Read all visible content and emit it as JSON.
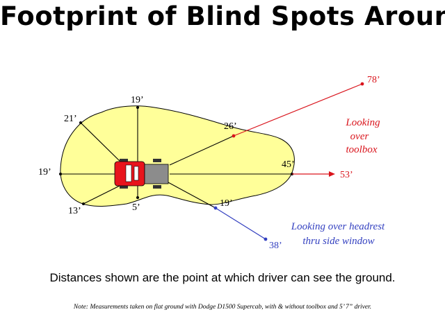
{
  "title": "Footprint of Blind Spots Around",
  "distances": {
    "front": "19’",
    "front_left": "21’",
    "left": "19’",
    "rear_left": "13’",
    "rear": "5’",
    "right_mid": "26’",
    "right_far": "45’",
    "rear_right": "19’",
    "toolbox_far": "78’",
    "toolbox_ground": "53’",
    "headrest_far": "38’"
  },
  "annotations": {
    "toolbox": [
      "Looking",
      "over",
      "toolbox"
    ],
    "headrest": [
      "Looking over headrest",
      "thru side window"
    ]
  },
  "caption": "Distances shown are the point at which driver can see the ground.",
  "footnote": "Note:  Measurements taken on flat ground with Dodge D1500 Supercab, with & without toolbox and 5’ 7” driver.",
  "colors": {
    "footprint_fill": "#ffff99",
    "footprint_stroke": "#000000",
    "truck_body": "#e8141c",
    "truck_glass": "#ffffff",
    "truck_bed": "#8c8c8c",
    "toolbox_line": "#d9141c",
    "headrest_line": "#3340c0"
  }
}
